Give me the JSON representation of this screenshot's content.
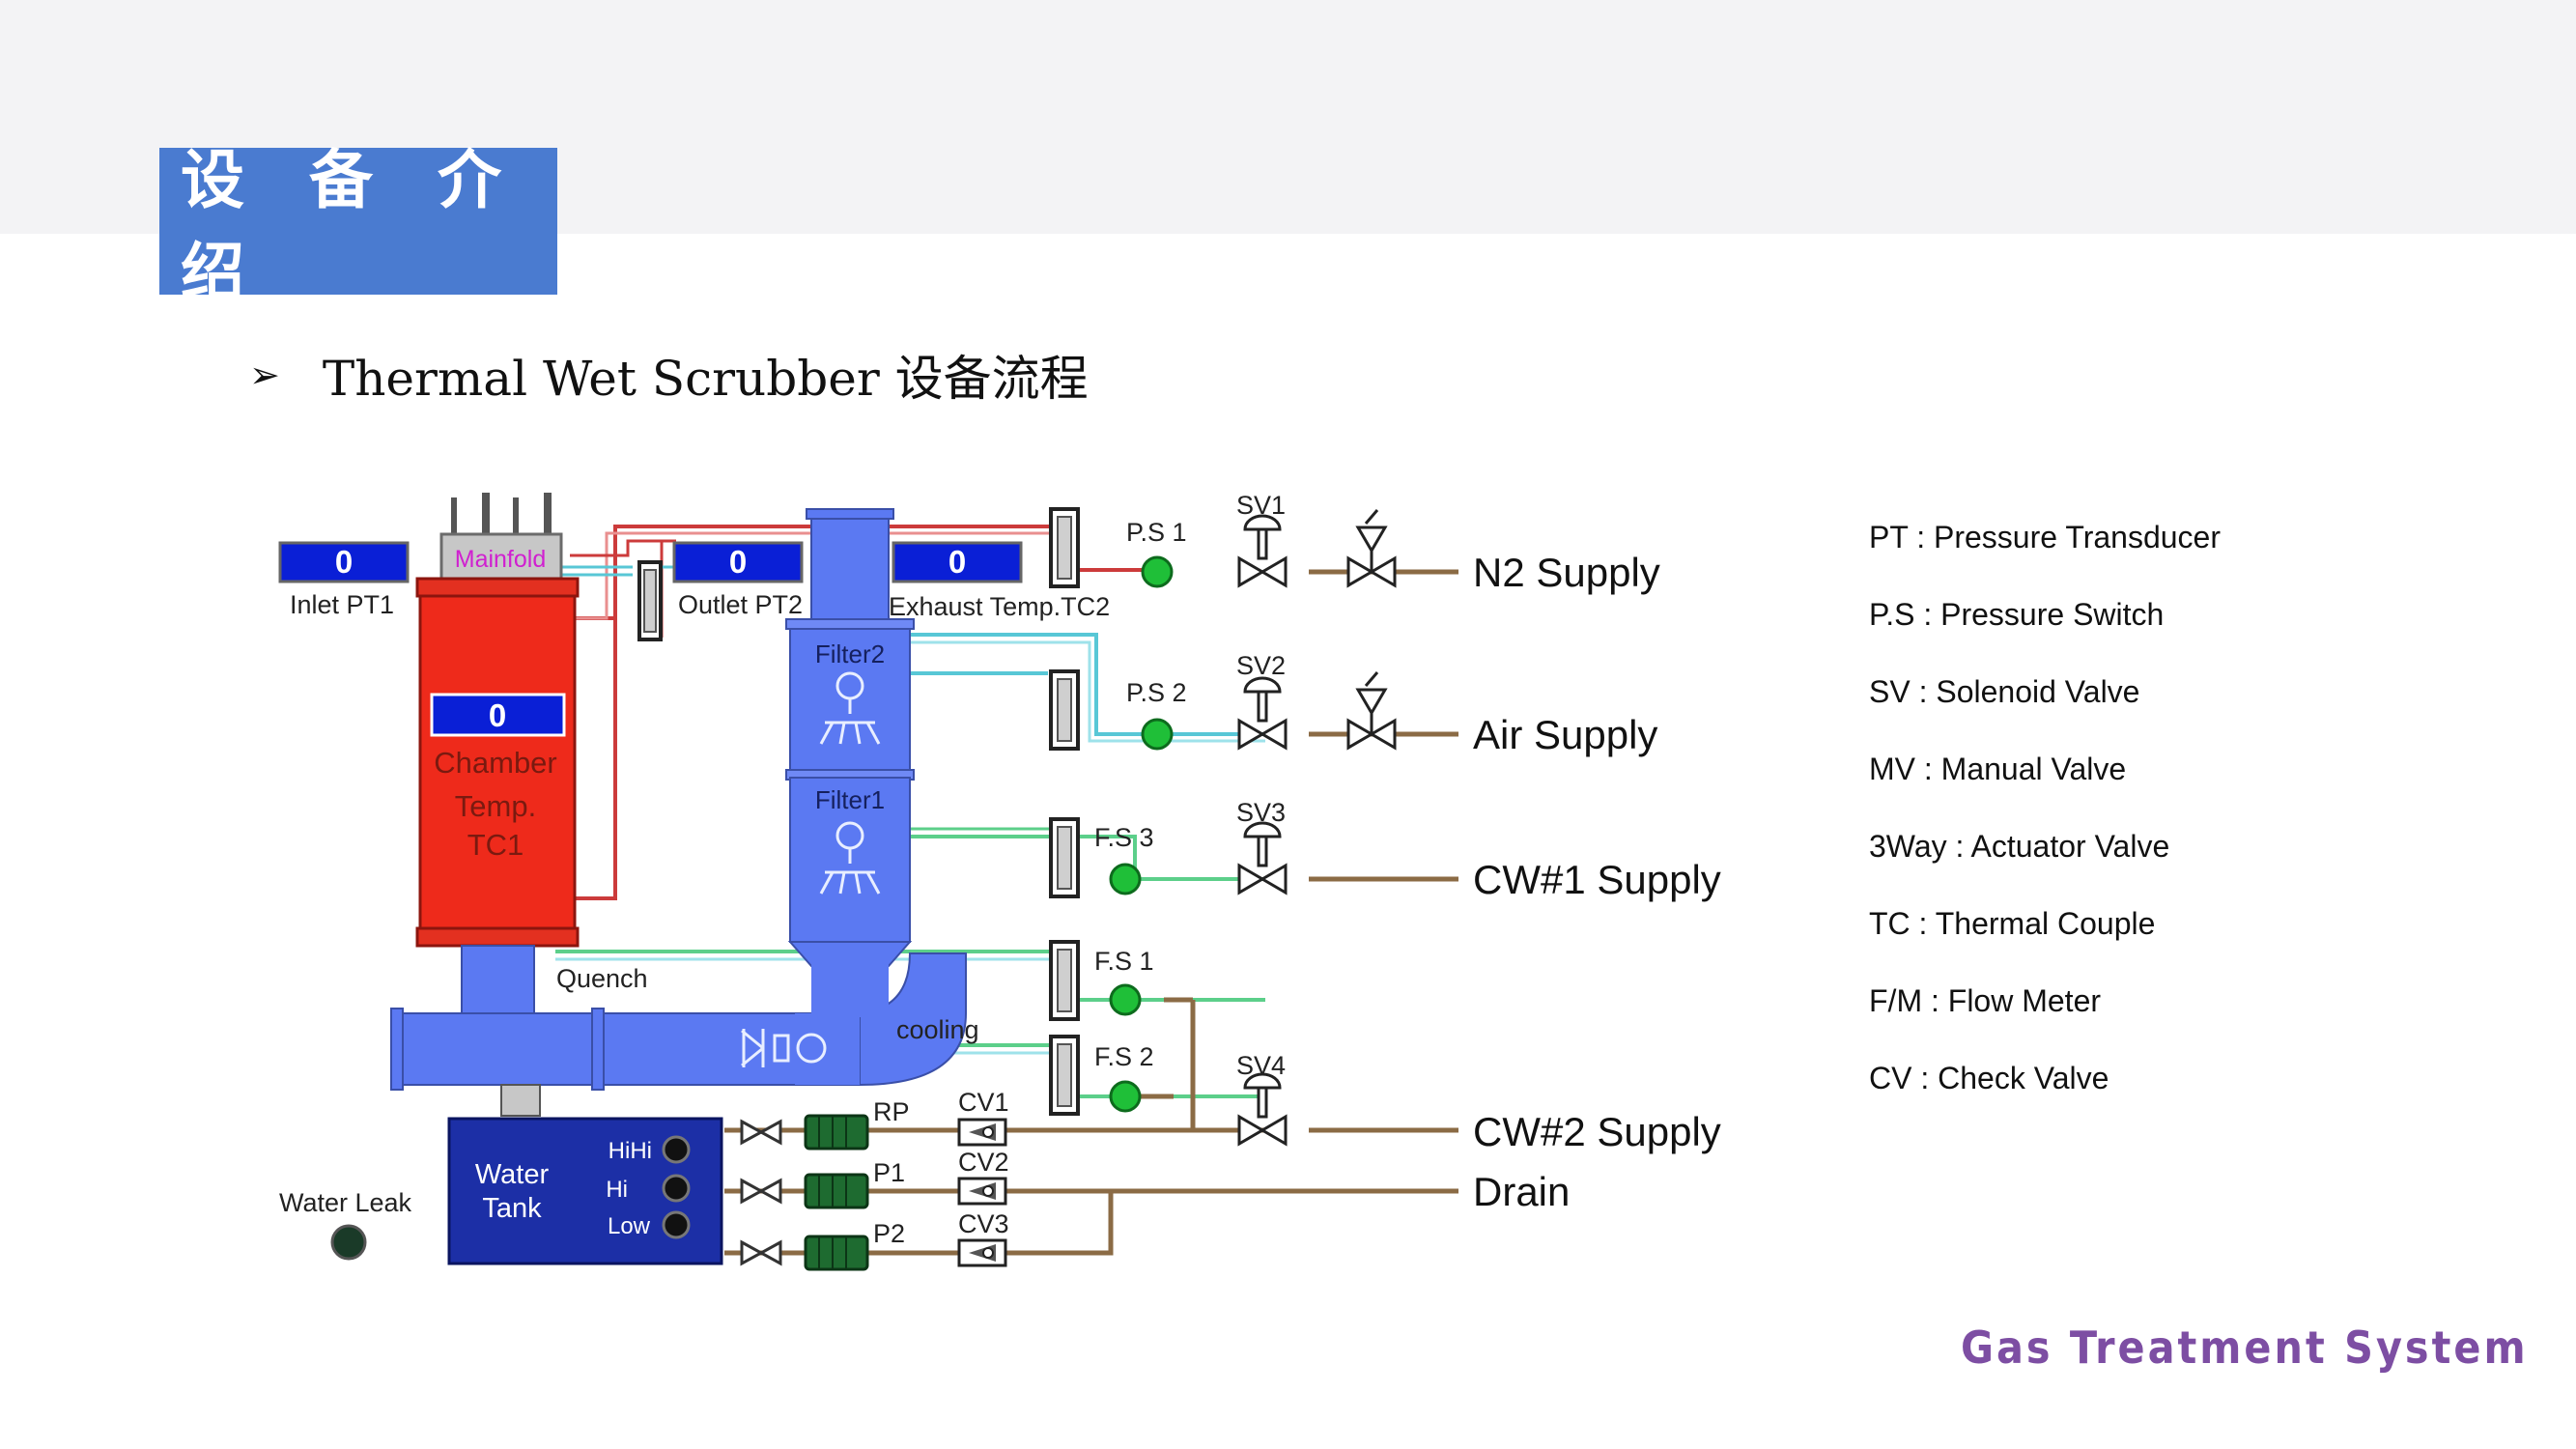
{
  "header": {
    "title": "设 备 介 绍"
  },
  "subtitle": {
    "bullet": "➢",
    "text": "Thermal Wet Scrubber 设备流程"
  },
  "diagram": {
    "gauges": {
      "inlet_value": "0",
      "inlet_label": "Inlet PT1",
      "outlet_value": "0",
      "outlet_label": "Outlet PT2",
      "exhaust_value": "0",
      "exhaust_label": "Exhaust Temp.TC2",
      "chamber_value": "0"
    },
    "labels": {
      "mainfold": "Mainfold",
      "chamber": "Chamber",
      "temp": "Temp.",
      "tc1": "TC1",
      "filter2": "Filter2",
      "filter1": "Filter1",
      "quench": "Quench",
      "cooling": "cooling",
      "ps1": "P.S 1",
      "ps2": "P.S 2",
      "fs3": "F.S 3",
      "fs1": "F.S 1",
      "fs2": "F.S 2",
      "sv1": "SV1",
      "sv2": "SV2",
      "sv3": "SV3",
      "sv4": "SV4",
      "cv1": "CV1",
      "cv2": "CV2",
      "cv3": "CV3",
      "rp": "RP",
      "p1": "P1",
      "p2": "P2",
      "water": "Water",
      "tank": "Tank",
      "hihi": "HiHi",
      "hi": "Hi",
      "low": "Low",
      "water_leak": "Water Leak"
    },
    "supplies": {
      "n2": "N2 Supply",
      "air": "Air Supply",
      "cw1": "CW#1 Supply",
      "cw2": "CW#2 Supply",
      "drain": "Drain"
    },
    "colors": {
      "chamber_red": "#ee2a1b",
      "filter_blue": "#5b79f2",
      "tank_navy": "#1c2fa6",
      "pipe_brown": "#8b6b45",
      "pipe_red": "#cc3b3b",
      "pipe_cyan": "#58c7d6",
      "pipe_green": "#5ccf8a",
      "switch_green": "#1fbf38",
      "gauge_blue": "#0a1fd6",
      "mainfold_text": "#d020d0"
    }
  },
  "legend": [
    "PT : Pressure Transducer",
    "P.S : Pressure Switch",
    "SV : Solenoid Valve",
    "MV : Manual Valve",
    "3Way : Actuator Valve",
    "TC : Thermal Couple",
    "F/M : Flow Meter",
    "CV : Check Valve"
  ],
  "footer": {
    "brand": "Gas Treatment System"
  }
}
